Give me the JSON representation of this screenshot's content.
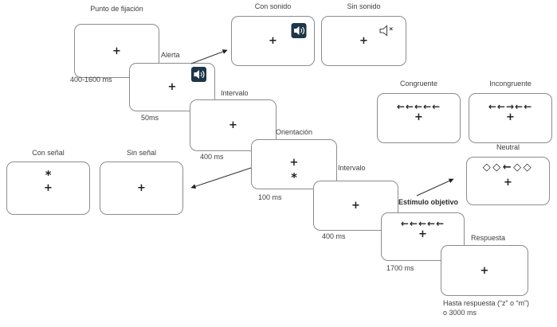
{
  "colors": {
    "card_border": "#8c8c8c",
    "text": "#3d3d3d",
    "speaker_icon_bg": "#1d3649",
    "symbol": "#1f1f1f",
    "connector": "#333333"
  },
  "sequence_cards": {
    "fixation": {
      "label": "Punto de fijación",
      "duration": "400-1600 ms",
      "symbol_plus": "+"
    },
    "alert": {
      "label": "Alerta",
      "duration": "50ms",
      "symbol_plus": "+",
      "icon": "speaker-on-icon"
    },
    "interval1": {
      "label": "Intervalo",
      "duration": "400 ms",
      "symbol_plus": "+"
    },
    "orientation": {
      "label": "Orientación",
      "duration": "100 ms",
      "symbol_plus": "+",
      "symbol_cue": "*"
    },
    "interval2": {
      "label": "Intervalo",
      "duration": "400 ms",
      "symbol_plus": "+"
    },
    "target": {
      "label": "Estímulo objetivo",
      "duration": "1700 ms",
      "symbol_arrows": "←←←←←",
      "symbol_plus": "+"
    },
    "response": {
      "label": "Respuesta",
      "duration_line1": "Hasta respuesta (“z” o “m”)",
      "duration_line2": "o 3000 ms",
      "symbol_plus": "+"
    }
  },
  "condition_cards": {
    "with_sound": {
      "label": "Con sonido",
      "symbol_plus": "+",
      "icon": "speaker-on-icon"
    },
    "without_sound": {
      "label": "Sin sonido",
      "symbol_plus": "+",
      "icon": "speaker-muted-icon"
    },
    "congruent": {
      "label": "Congruente",
      "symbol_arrows": "←←←←←",
      "symbol_plus": "+"
    },
    "incongruent": {
      "label": "Incongruente",
      "symbol_arrows": "←←→←←",
      "symbol_plus": "+"
    },
    "neutral": {
      "label": "Neutral",
      "symbol_arrows": "◇◇←◇◇",
      "symbol_plus": "+"
    },
    "with_cue": {
      "label": "Con señal",
      "symbol_cue": "*",
      "symbol_plus": "+"
    },
    "without_cue": {
      "label": "Sin señal",
      "symbol_plus": "+"
    }
  }
}
